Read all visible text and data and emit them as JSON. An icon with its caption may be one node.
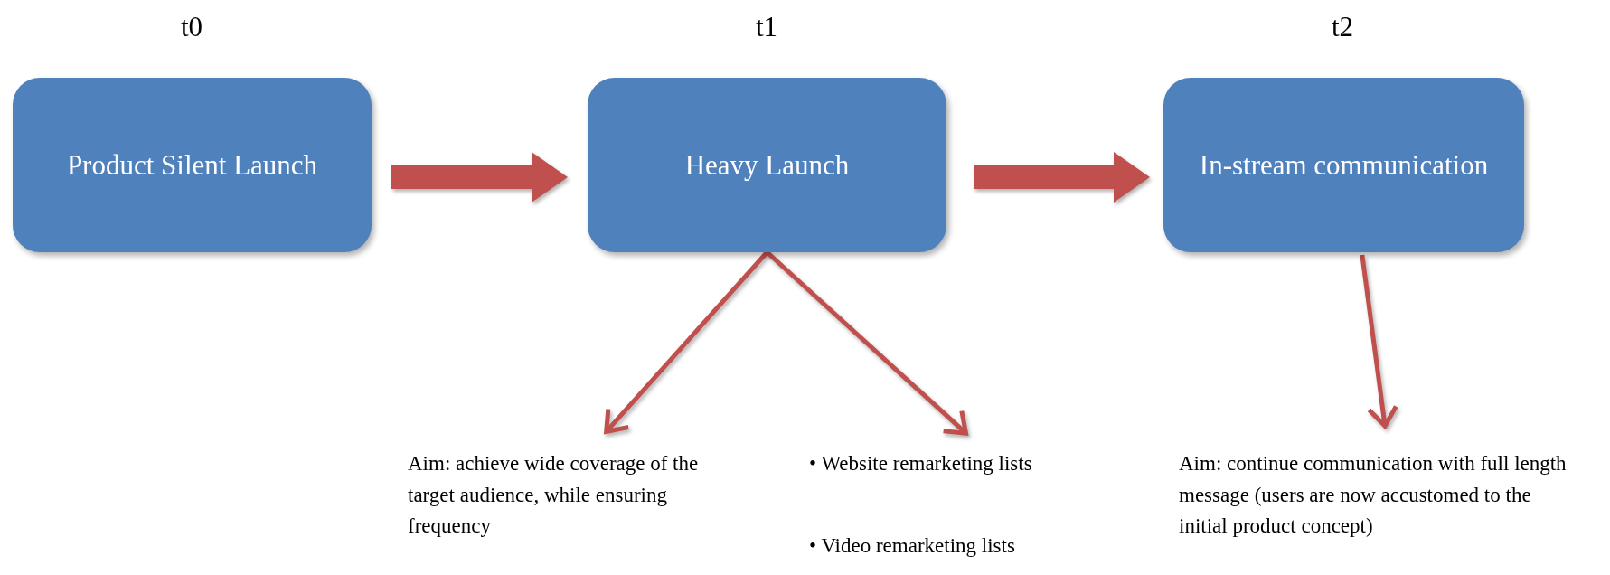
{
  "diagram": {
    "nodes": [
      {
        "text": [
          "Product Silent Launch"
        ]
      },
      {
        "text": [
          "Heavy Launch"
        ]
      },
      {
        "text": [
          "In-stream communication"
        ]
      },
      {
        "text": [
          "Aim: achieve wide coverage of the target audience, while ensuring frequency"
        ]
      },
      {
        "text": [
          "• Website remarketing lists",
          "• Video remarketing lists"
        ]
      },
      {
        "text": [
          "Aim: continue communication with full length message (users are now accustomed to the initial product concept)"
        ]
      }
    ],
    "edges": [
      {
        "from": 0,
        "to": 1,
        "arrow": "to",
        "style": "thick"
      },
      {
        "from": 1,
        "to": 2,
        "arrow": "to",
        "style": "thick"
      },
      {
        "from": 1,
        "to": 3,
        "arrow": "to"
      },
      {
        "from": 1,
        "to": 4,
        "arrow": "to"
      },
      {
        "from": 2,
        "to": 5,
        "arrow": "to"
      }
    ],
    "labels": [
      "t0",
      "t1",
      "t2"
    ]
  }
}
